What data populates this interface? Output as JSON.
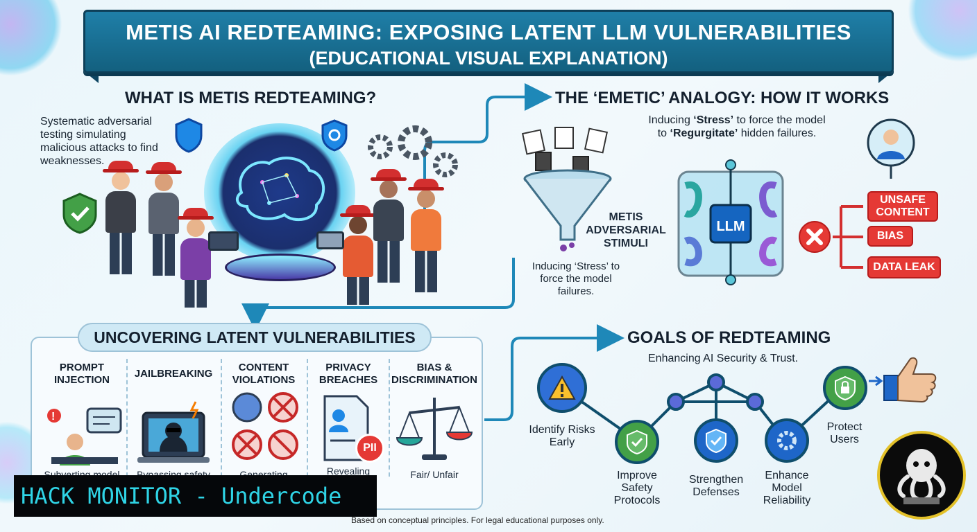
{
  "title": {
    "line1": "METIS AI REDTEAMING: EXPOSING LATENT LLM VULNERABILITIES",
    "line2": "(EDUCATIONAL VISUAL EXPLANATION)"
  },
  "what_is": {
    "heading": "WHAT IS METIS REDTEAMING?",
    "description": "Systematic adversarial testing simulating malicious attacks to find weaknesses."
  },
  "emetic": {
    "heading": "THE ‘EMETIC’ ANALOGY: HOW IT WORKS",
    "intro_line1_pre": "Inducing ",
    "intro_line1_bold": "‘Stress’",
    "intro_line1_post": " to force the model",
    "intro_line2_pre": "to ",
    "intro_line2_bold": "‘Regurgitate’",
    "intro_line2_post": " hidden failures.",
    "funnel_label": "METIS ADVERSARIAL STIMULI",
    "funnel_caption": "Inducing ‘Stress’ to force the model failures.",
    "chip_label": "LLM",
    "outputs": [
      "UNSAFE CONTENT",
      "BIAS",
      "DATA LEAK"
    ]
  },
  "vulnerabilities": {
    "heading": "UNCOVERING LATENT VULNERABILITIES",
    "items": [
      {
        "title": "PROMPT INJECTION",
        "subtitle": "Subverting model"
      },
      {
        "title": "JAILBREAKING",
        "subtitle": "Bypassing safety"
      },
      {
        "title": "CONTENT VIOLATIONS",
        "subtitle": "Generating"
      },
      {
        "title": "PRIVACY BREACHES",
        "subtitle": "Revealing",
        "badge": "PII"
      },
      {
        "title": "BIAS & DISCRIMINATION",
        "subtitle": "Fair/ Unfair"
      }
    ]
  },
  "goals": {
    "heading": "GOALS OF REDTEAMING",
    "subheading": "Enhancing AI Security & Trust.",
    "items": [
      {
        "label": "Identify Risks Early"
      },
      {
        "label": "Improve Safety Protocols"
      },
      {
        "label": "Strengthen Defenses"
      },
      {
        "label": "Enhance Model Reliability"
      },
      {
        "label": "Protect Users"
      }
    ]
  },
  "watermark": "HACK MONITOR - Undercode",
  "footer": "Based on conceptual principles. For legal educational purposes only.",
  "icons": [
    "shield-check-icon",
    "gear-icon",
    "brain-icon",
    "warning-icon",
    "lock-icon",
    "thumbs-up-icon",
    "scale-icon",
    "hacker-icon",
    "octopus-logo-icon"
  ],
  "colors": {
    "banner": "#1b7099",
    "accent_red": "#e53935",
    "goal_blue": "#0f4e6c"
  }
}
